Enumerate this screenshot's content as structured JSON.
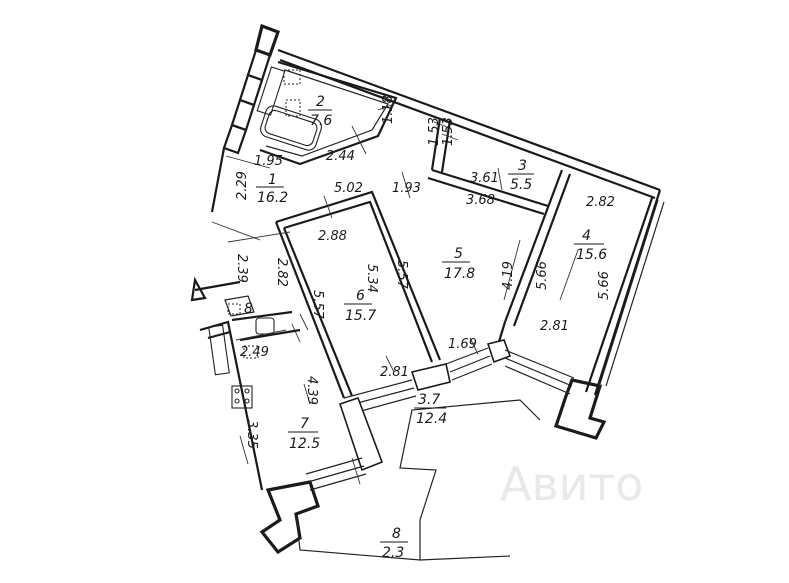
{
  "rooms": [
    {
      "id": "r1",
      "number": "1",
      "area": "16.2"
    },
    {
      "id": "r2",
      "number": "2",
      "area": "7.6"
    },
    {
      "id": "r3",
      "number": "3",
      "area": "5.5"
    },
    {
      "id": "r4",
      "number": "4",
      "area": "15.6"
    },
    {
      "id": "r5",
      "number": "5",
      "area": "17.8"
    },
    {
      "id": "r6",
      "number": "6",
      "area": "15.7"
    },
    {
      "id": "r7",
      "number": "7",
      "area": "12.5"
    },
    {
      "id": "r8",
      "number": "8",
      "area": "2.3"
    },
    {
      "id": "r37",
      "number": "3.7",
      "area": "12.4"
    }
  ],
  "storage_label": "8",
  "dimensions": {
    "d_1_18": "1.18",
    "d_1_53_a": "1.53",
    "d_1_53_b": "1.53",
    "d_1_95": "1.95",
    "d_2_44": "2.44",
    "d_2_29": "2.29",
    "d_5_02": "5.02",
    "d_1_93": "1.93",
    "d_3_61": "3.61",
    "d_3_68": "3.68",
    "d_2_82_top": "2.82",
    "d_2_88": "2.88",
    "d_2_82_left": "2.82",
    "d_2_39": "2.39",
    "d_5_57_a": "5.57",
    "d_5_34": "5.34",
    "d_5_57_b": "5.57",
    "d_4_19": "4.19",
    "d_5_66_a": "5.66",
    "d_5_66_b": "5.66",
    "d_2_81_right": "2.81",
    "d_2_49": "2.49",
    "d_1_69": "1.69",
    "d_2_81_mid": "2.81",
    "d_4_39": "4.39",
    "d_3_35": "3.35"
  },
  "watermark": "Авито"
}
